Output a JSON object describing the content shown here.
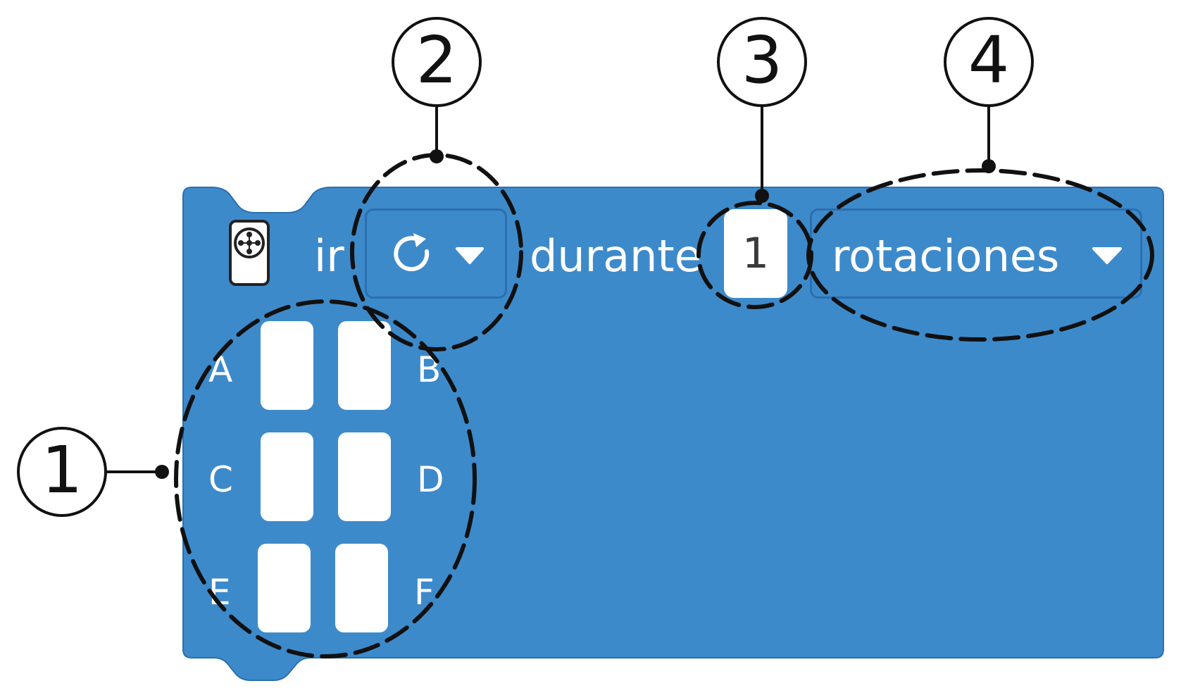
{
  "block": {
    "verb": "ir",
    "preposition": "durante",
    "direction_icon": "rotate-clockwise-icon",
    "direction_dropdown_icon": "caret-down-icon",
    "amount_value": "1",
    "unit_label": "rotaciones",
    "unit_dropdown_icon": "caret-down-icon",
    "motor_icon": "motor-icon",
    "color": "#3d8acb",
    "ports": [
      {
        "letter": "A"
      },
      {
        "letter": "B"
      },
      {
        "letter": "C"
      },
      {
        "letter": "D"
      },
      {
        "letter": "E"
      },
      {
        "letter": "F"
      }
    ]
  },
  "callouts": [
    {
      "number": "1"
    },
    {
      "number": "2"
    },
    {
      "number": "3"
    },
    {
      "number": "4"
    }
  ]
}
